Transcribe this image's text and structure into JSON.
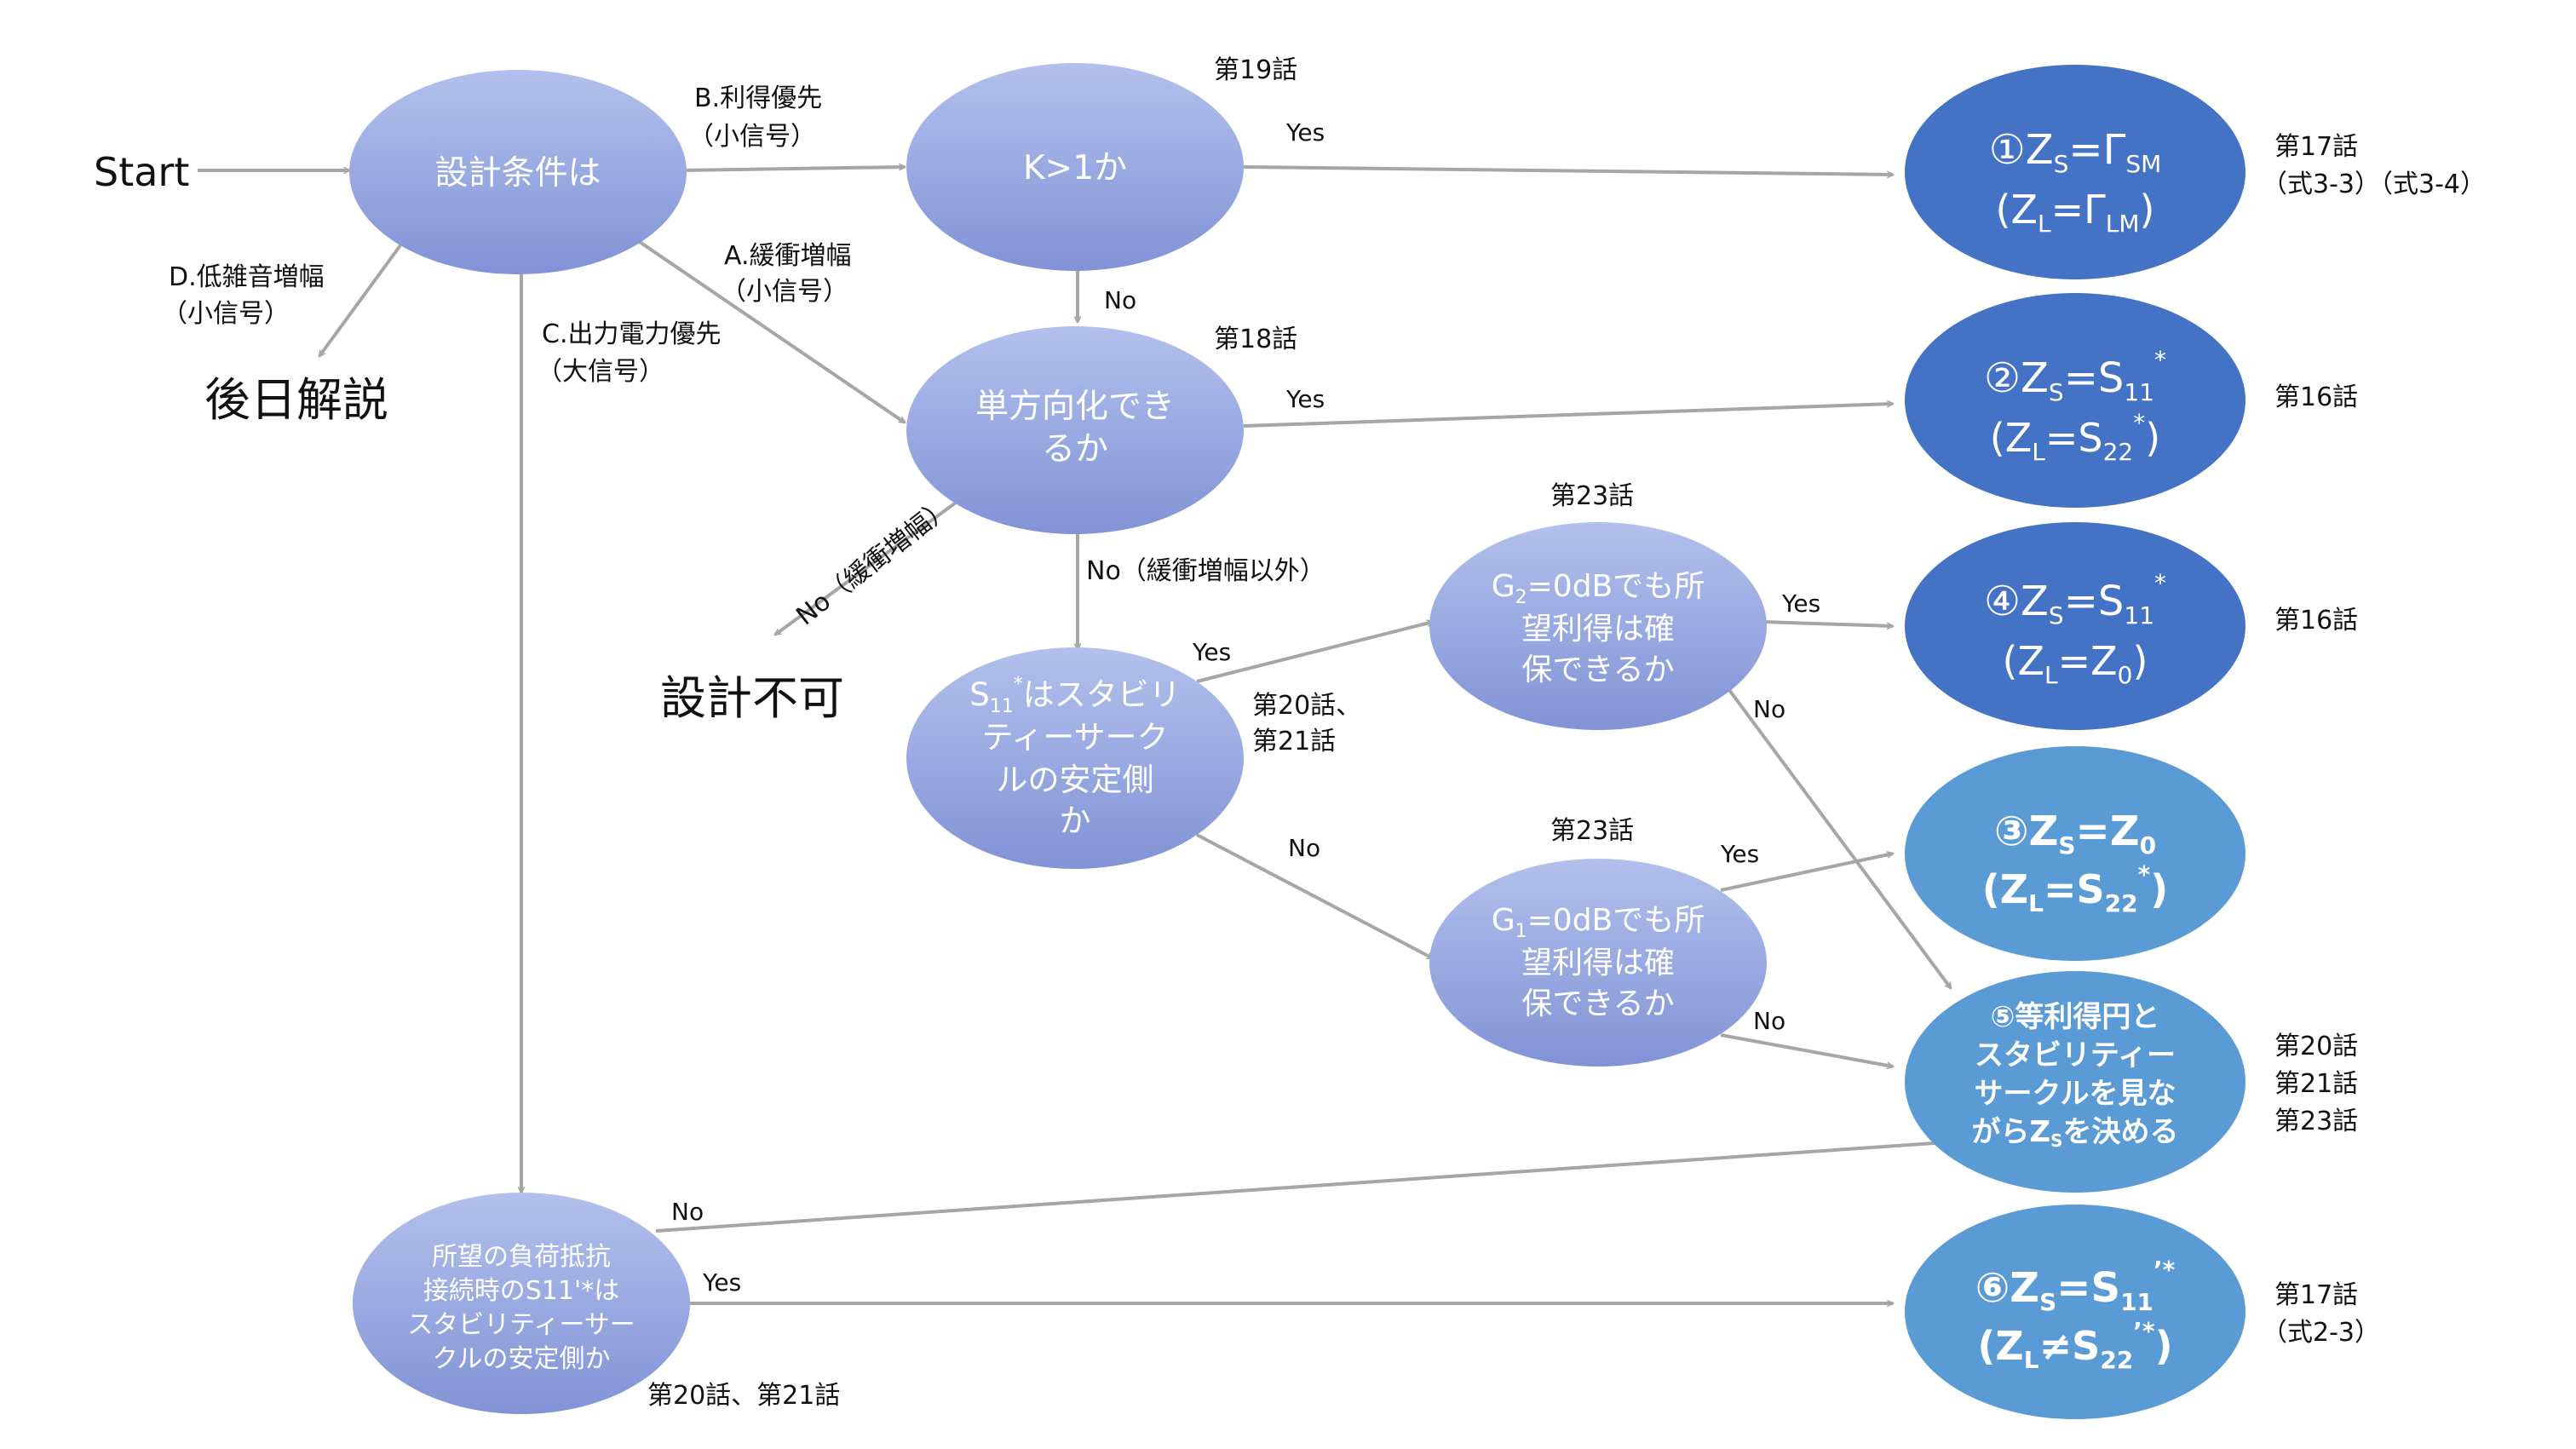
{
  "start_label": "Start",
  "nodes": {
    "design_condition": "設計条件は",
    "k_check": "K>1か",
    "unilateral": [
      "単方向化でき",
      "るか"
    ],
    "s11_stability": {
      "prefix": "S",
      "sub": "11",
      "sup": "*",
      "rest": "はスタビリ",
      "lines": [
        "ティーサーク",
        "ルの安定側",
        "か"
      ]
    },
    "g2_check": {
      "prefix": "G",
      "sub": "2",
      "rest": "=0dBでも所",
      "lines": [
        "望利得は確",
        "保できるか"
      ]
    },
    "g1_check": {
      "prefix": "G",
      "sub": "1",
      "rest": "=0dBでも所",
      "lines": [
        "望利得は確",
        "保できるか"
      ]
    },
    "load_check": [
      "所望の負荷抵抗",
      "接続時のS11'*は",
      "スタビリティーサー",
      "クルの安定側か"
    ]
  },
  "results": {
    "r1": {
      "num": "①",
      "line1_main": "Z",
      "line1_sub": "S",
      "line1_eq": "=Γ",
      "line1_sub2": "SM",
      "line2_open": "(Z",
      "line2_sub": "L",
      "line2_eq": "=Γ",
      "line2_sub2": "LM",
      "line2_close": ")"
    },
    "r2": {
      "num": "②",
      "line1_main": "Z",
      "line1_sub": "S",
      "line1_eq": "=S",
      "line1_sub2": "11",
      "line1_sup": "*",
      "line2_open": "(Z",
      "line2_sub": "L",
      "line2_eq": "=S",
      "line2_sub2": "22",
      "line2_sup": "*",
      "line2_close": ")"
    },
    "r3": {
      "num": "③",
      "line1_main": "Z",
      "line1_sub": "S",
      "line1_eq": "=Z",
      "line1_sub2": "0",
      "line2_open": "(Z",
      "line2_sub": "L",
      "line2_eq": "=S",
      "line2_sub2": "22",
      "line2_sup": "*",
      "line2_close": ")"
    },
    "r4": {
      "num": "④",
      "line1_main": "Z",
      "line1_sub": "S",
      "line1_eq": "=S",
      "line1_sub2": "11",
      "line1_sup": "*",
      "line2_open": "(Z",
      "line2_sub": "L",
      "line2_eq": "=Z",
      "line2_sub2": "0",
      "line2_close": ")"
    },
    "r5": [
      "⑤等利得円と",
      "スタビリティー",
      "サークルを見な",
      "がらZ",
      "S",
      "を決める"
    ],
    "r6": {
      "num": "⑥",
      "line1_main": "Z",
      "line1_sub": "S",
      "line1_eq": "=S",
      "line1_sub2": "11",
      "line1_sup": "’*",
      "line2_open": "(Z",
      "line2_sub": "L",
      "line2_eq": "≠S",
      "line2_sub2": "22",
      "line2_sup": "’*",
      "line2_close": ")"
    }
  },
  "edge_labels": {
    "b_gain": [
      "B.利得優先",
      "（小信号）"
    ],
    "a_buffer": [
      "A.緩衝増幅",
      "（小信号）"
    ],
    "c_power": [
      "C.出力電力優先",
      "（大信号）"
    ],
    "d_lownoise": [
      "D.低雑音増幅",
      "（小信号）"
    ],
    "yes": "Yes",
    "no": "No",
    "no_buffer": "No（緩衝増幅）",
    "no_not_buffer": "No（緩衝増幅以外）"
  },
  "terminals": {
    "later": "後日解説",
    "impossible": "設計不可"
  },
  "references": {
    "ep19": "第19話",
    "ep18": "第18話",
    "ep23a": "第23話",
    "ep23b": "第23話",
    "ep20_21": [
      "第20話、",
      "第21話"
    ],
    "ep20_21_bottom": "第20話、第21話",
    "r1_ref": [
      "第17話",
      "（式3-3）（式3-4）"
    ],
    "r2_ref": "第16話",
    "r4_ref": "第16話",
    "r5_ref": [
      "第20話",
      "第21話",
      "第23話"
    ],
    "r6_ref": [
      "第17話",
      "（式2-3）"
    ]
  },
  "colors": {
    "node_fill_top": "#aab8e8",
    "node_fill_bottom": "#8496d8",
    "result_dark": "#4472c4",
    "result_light": "#5b9bd5",
    "arrow": "#a6a6a6"
  }
}
